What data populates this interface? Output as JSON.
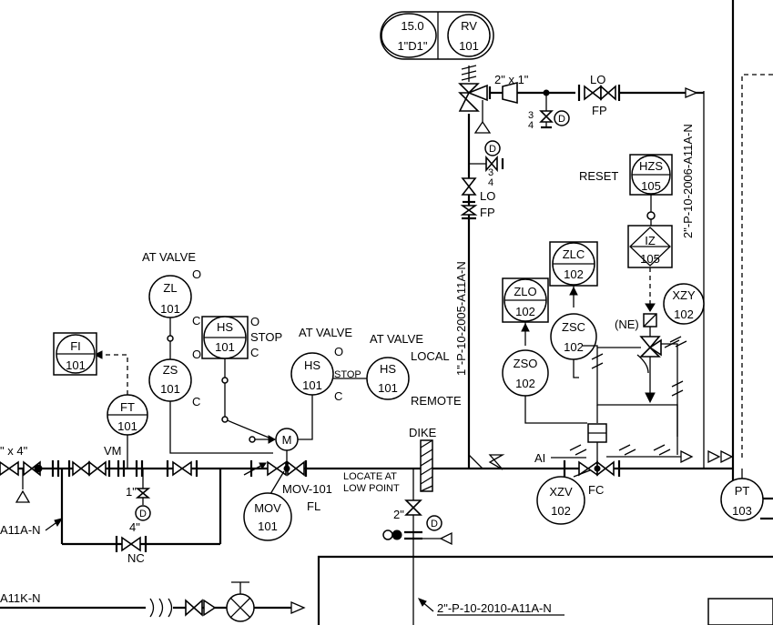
{
  "drawing": {
    "line_labels": {
      "vertical_left": "1\"-P-10-2005-A11A-N",
      "vertical_right": "2\"-P-10-2006-A11A-N",
      "bottom": "2\"-P-10-2010-A11A-N",
      "left_main": "A11A-N",
      "left_bottom": "A11K-N",
      "left_size": "\" x 4\""
    },
    "instruments": [
      {
        "id": "rv101",
        "top": "RV",
        "bottom": "101"
      },
      {
        "id": "zl101",
        "top": "ZL",
        "bottom": "101"
      },
      {
        "id": "zs101",
        "top": "ZS",
        "bottom": "101"
      },
      {
        "id": "hs101a",
        "top": "HS",
        "bottom": "101"
      },
      {
        "id": "hs101b",
        "top": "HS",
        "bottom": "101"
      },
      {
        "id": "hs101c",
        "top": "HS",
        "bottom": "101"
      },
      {
        "id": "fi101",
        "top": "FI",
        "bottom": "101"
      },
      {
        "id": "ft101",
        "top": "FT",
        "bottom": "101"
      },
      {
        "id": "mov101",
        "top": "MOV",
        "bottom": "101"
      },
      {
        "id": "zlo102",
        "top": "ZLO",
        "bottom": "102"
      },
      {
        "id": "zlc102",
        "top": "ZLC",
        "bottom": "102"
      },
      {
        "id": "zso102",
        "top": "ZSO",
        "bottom": "102"
      },
      {
        "id": "zsc102",
        "top": "ZSC",
        "bottom": "102"
      },
      {
        "id": "hzs105",
        "top": "HZS",
        "bottom": "105"
      },
      {
        "id": "iz105",
        "top": "IZ",
        "bottom": "105"
      },
      {
        "id": "xzy102",
        "top": "XZY",
        "bottom": "102"
      },
      {
        "id": "xzv102",
        "top": "XZV",
        "bottom": "102"
      },
      {
        "id": "pt103",
        "top": "PT",
        "bottom": "103"
      }
    ],
    "rv_set": {
      "top": "15.0",
      "bottom": "1\"D1\""
    },
    "labels": {
      "at_valve_1": "AT VALVE",
      "at_valve_2": "AT VALVE",
      "at_valve_3": "AT VALVE",
      "local": "LOCAL",
      "remote": "REMOTE",
      "stop_1": "STOP",
      "stop_2": "STOP",
      "o_1": "O",
      "c_1": "C",
      "o_2": "O",
      "c_2": "C",
      "o_3": "O",
      "c_3": "C",
      "reset": "RESET",
      "ne": "(NE)",
      "lo_1": "LO",
      "fp_1": "FP",
      "lo_2": "LO",
      "fp_2": "FP",
      "reducer": "2\" x 1\"",
      "vm": "VM",
      "nc": "NC",
      "size_4": "4\"",
      "size_1": "1\"",
      "size_2": "2\"",
      "dike": "DIKE",
      "locate_1": "LOCATE AT",
      "locate_2": "LOW POINT",
      "mov_tag": "MOV-101",
      "fl": "FL",
      "fc": "FC",
      "ai": "AI",
      "m": "M",
      "d": "D",
      "frac_top": "3",
      "frac_bottom": "4"
    }
  }
}
